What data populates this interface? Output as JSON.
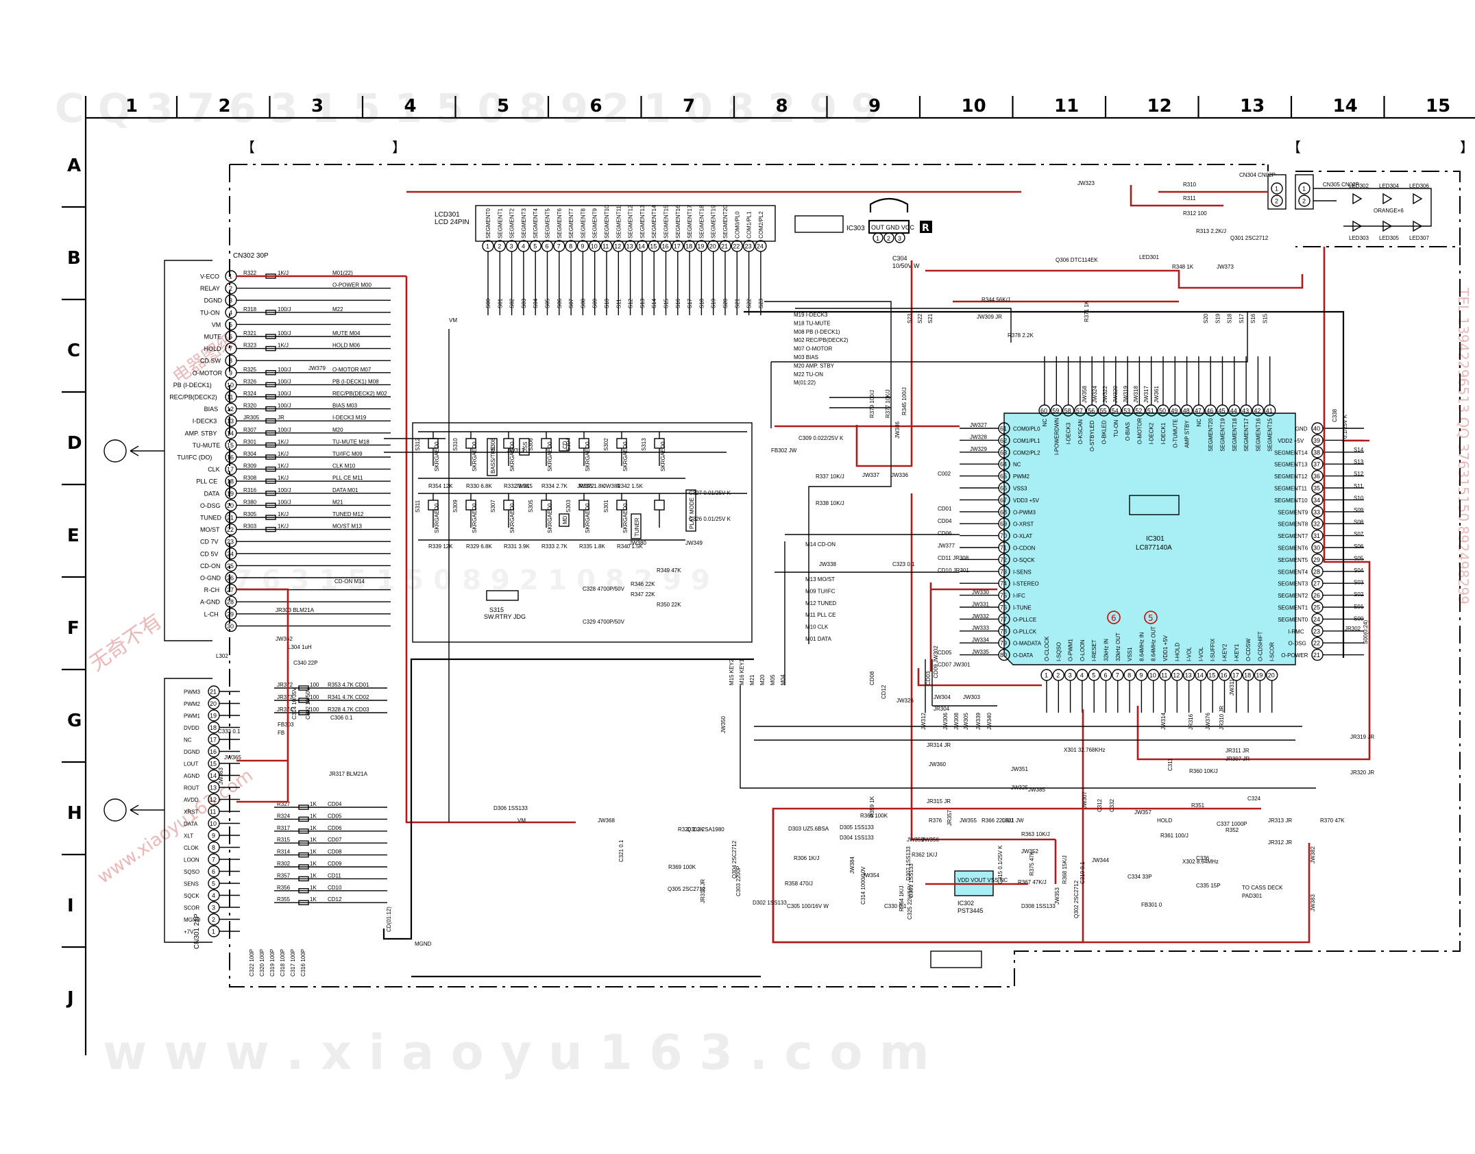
{
  "watermarks": {
    "top": "C Q 3 7 6 3 1 5 1 5 0 8 9 2 1 0 8 2 9 9",
    "mid": "7 6 3 1 5 1 5 0 8 9 2 1 0 8 2 9 9",
    "bottom": "w w w . x i a o y u 1 6 3 . c o m",
    "side_left": [
      "无奇不有",
      "www.xiaoyu163.com",
      "电器图纸"
    ],
    "side_right": "TEL 13942296513 QQ 376315150 892498299"
  },
  "grid": {
    "columns": [
      "1",
      "2",
      "3",
      "4",
      "5",
      "6",
      "7",
      "8",
      "9",
      "10",
      "11",
      "12",
      "13",
      "14",
      "15"
    ],
    "rows": [
      "A",
      "B",
      "C",
      "D",
      "E",
      "F",
      "G",
      "H",
      "I",
      "J"
    ]
  },
  "brackets": {
    "left_open": "【",
    "left_close": "】",
    "right_open": "【",
    "right_close": "】"
  },
  "cn302": {
    "title": "CN302 30P",
    "pins": [
      {
        "n": "1",
        "s": "V-ECO"
      },
      {
        "n": "2",
        "s": "RELAY"
      },
      {
        "n": "3",
        "s": "DGND"
      },
      {
        "n": "4",
        "s": "TU-ON"
      },
      {
        "n": "5",
        "s": "VM"
      },
      {
        "n": "6",
        "s": "MUTE"
      },
      {
        "n": "7",
        "s": "HOLD"
      },
      {
        "n": "8",
        "s": "CD SW"
      },
      {
        "n": "9",
        "s": "O-MOTOR"
      },
      {
        "n": "10",
        "s": "PB (I-DECK1)"
      },
      {
        "n": "11",
        "s": "REC/PB(DECK2)"
      },
      {
        "n": "12",
        "s": "BIAS"
      },
      {
        "n": "13",
        "s": "I-DECK3"
      },
      {
        "n": "14",
        "s": "AMP. STBY"
      },
      {
        "n": "15",
        "s": "TU-MUTE"
      },
      {
        "n": "16",
        "s": "TU/IFC (DO)"
      },
      {
        "n": "17",
        "s": "CLK"
      },
      {
        "n": "18",
        "s": "PLL CE"
      },
      {
        "n": "19",
        "s": "DATA"
      },
      {
        "n": "20",
        "s": "O-DSG"
      },
      {
        "n": "21",
        "s": "TUNED"
      },
      {
        "n": "22",
        "s": "MO/ST"
      },
      {
        "n": "23",
        "s": "CD 7V"
      },
      {
        "n": "24",
        "s": "CD 5V"
      },
      {
        "n": "25",
        "s": "CD-ON"
      },
      {
        "n": "26",
        "s": "O-GND"
      },
      {
        "n": "27",
        "s": "R-CH"
      },
      {
        "n": "28",
        "s": "A-GND"
      },
      {
        "n": "29",
        "s": "L-CH"
      },
      {
        "n": "30",
        "s": ""
      }
    ],
    "resistors": [
      {
        "r": "R322",
        "v": "1K/J",
        "sig": "M01(22)"
      },
      {
        "r": "",
        "v": "",
        "sig": "O-POWER M00"
      },
      {
        "r": "",
        "v": "",
        "sig": ""
      },
      {
        "r": "R318",
        "v": "100/J",
        "sig": "M22"
      },
      {
        "r": "",
        "v": "",
        "sig": ""
      },
      {
        "r": "R321",
        "v": "100/J",
        "sig": "MUTE M04"
      },
      {
        "r": "R323",
        "v": "1K/J",
        "sig": "HOLD M06"
      },
      {
        "r": "",
        "v": "",
        "sig": ""
      },
      {
        "r": "R325",
        "v": "100/J",
        "sig": "O-MOTOR M07"
      },
      {
        "r": "R326",
        "v": "100/J",
        "sig": "PB (I-DECK1) M08"
      },
      {
        "r": "R324",
        "v": "100/J",
        "sig": "REC/PB(DECK2) M02"
      },
      {
        "r": "R320",
        "v": "100/J",
        "sig": "BIAS M03"
      },
      {
        "r": "JR305",
        "v": "JR",
        "sig": "I-DECK3 M19"
      },
      {
        "r": "R307",
        "v": "100/J",
        "sig": "M20"
      },
      {
        "r": "R301",
        "v": "1K/J",
        "sig": "TU-MUTE M18"
      },
      {
        "r": "R304",
        "v": "1K/J",
        "sig": "TU/IFC M09"
      },
      {
        "r": "R309",
        "v": "1K/J",
        "sig": "CLK M10"
      },
      {
        "r": "R308",
        "v": "1K/J",
        "sig": "PLL CE M11"
      },
      {
        "r": "R316",
        "v": "100/J",
        "sig": "DATA M01"
      },
      {
        "r": "R380",
        "v": "100/J",
        "sig": "M21"
      },
      {
        "r": "R305",
        "v": "1K/J",
        "sig": "TUNED M12"
      },
      {
        "r": "R303",
        "v": "1K/J",
        "sig": "MO/ST M13"
      }
    ],
    "cd_on": "CD-ON M14",
    "parts": [
      "JW379",
      "JR303 BLM21A",
      "JW362",
      "L304 1uH",
      "C340 22P",
      "L302",
      "VM"
    ]
  },
  "cn301": {
    "title": "CN301 21P",
    "pins": [
      {
        "n": "21",
        "s": "PWM3"
      },
      {
        "n": "20",
        "s": "PWM2"
      },
      {
        "n": "19",
        "s": "PWM1"
      },
      {
        "n": "18",
        "s": "DVDD"
      },
      {
        "n": "17",
        "s": "NC"
      },
      {
        "n": "16",
        "s": "DGND"
      },
      {
        "n": "15",
        "s": "LOUT"
      },
      {
        "n": "14",
        "s": "AGND"
      },
      {
        "n": "13",
        "s": "ROUT"
      },
      {
        "n": "12",
        "s": "AVDD"
      },
      {
        "n": "11",
        "s": "XRST"
      },
      {
        "n": "10",
        "s": "DATA"
      },
      {
        "n": "9",
        "s": "XLT"
      },
      {
        "n": "8",
        "s": "CLOK"
      },
      {
        "n": "7",
        "s": "LOON"
      },
      {
        "n": "6",
        "s": "SQSO"
      },
      {
        "n": "5",
        "s": "SENS"
      },
      {
        "n": "4",
        "s": "SQCK"
      },
      {
        "n": "3",
        "s": "SCOR"
      },
      {
        "n": "2",
        "s": "MGND"
      },
      {
        "n": "1",
        "s": "+7V"
      }
    ],
    "resistors": [
      {
        "r": "JR372",
        "v": "100",
        "sig": "R353 4.7K CD01"
      },
      {
        "r": "JR373",
        "v": "100",
        "sig": "R341 4.7K CD02"
      },
      {
        "r": "JR374",
        "v": "100",
        "sig": "R328 4.7K CD03"
      },
      {
        "r": "R327",
        "v": "1K",
        "sig": "CD04"
      },
      {
        "r": "R324",
        "v": "1K",
        "sig": "CD05"
      },
      {
        "r": "R317",
        "v": "1K",
        "sig": "CD06"
      },
      {
        "r": "R315",
        "v": "1K",
        "sig": "CD07"
      },
      {
        "r": "R314",
        "v": "1K",
        "sig": "CD08"
      },
      {
        "r": "R302",
        "v": "1K",
        "sig": "CD09"
      },
      {
        "r": "R357",
        "v": "1K",
        "sig": "CD11"
      },
      {
        "r": "R356",
        "v": "1K",
        "sig": "CD10"
      },
      {
        "r": "R355",
        "v": "1K",
        "sig": "CD12"
      }
    ],
    "caps": [
      "C322 100P",
      "C320 100P",
      "C319 100P",
      "C318 100P",
      "C317 100P",
      "C316 100P"
    ],
    "parts": [
      "FB303",
      "FB",
      "C333 0.1",
      "JW365",
      "JW363",
      "C314 10/35V",
      "C302 10/50V",
      "C306 0.1",
      "JR317 BLM21A",
      "CD(01:12)",
      "MGND"
    ]
  },
  "lcd": {
    "title": "LCD301",
    "sub": "LCD 24PIN",
    "segments": [
      "SEGMENT0",
      "SEGMENT1",
      "SEGMENT2",
      "SEGMENT3",
      "SEGMENT4",
      "SEGMENT5",
      "SEGMENT6",
      "SEGMENT7",
      "SEGMENT8",
      "SEGMENT9",
      "SEGMENT10",
      "SEGMENT11",
      "SEGMENT12",
      "SEGMENT13",
      "SEGMENT14",
      "SEGMENT15",
      "SEGMENT16",
      "SEGMENT17",
      "SEGMENT18",
      "SEGMENT19",
      "SEGMENT20",
      "COM0/PL0",
      "COM1/PL1",
      "COM2/PL2"
    ],
    "pins": [
      "1",
      "2",
      "3",
      "4",
      "5",
      "6",
      "7",
      "8",
      "9",
      "10",
      "11",
      "12",
      "13",
      "14",
      "15",
      "16",
      "17",
      "18",
      "19",
      "20",
      "21",
      "22",
      "23",
      "24"
    ],
    "nets": [
      "S00",
      "S01",
      "S02",
      "S03",
      "S04",
      "S05",
      "S06",
      "S07",
      "S08",
      "S09",
      "S10",
      "S11",
      "S12",
      "S13",
      "S14",
      "S15",
      "S16",
      "S17",
      "S18",
      "S19",
      "S20",
      "S21",
      "S22",
      "S23"
    ]
  },
  "ic303": {
    "title": "IC303",
    "pins": "OUT GND VCC",
    "pin_nums": [
      "1",
      "2",
      "3"
    ],
    "c304": "C304",
    "c304_v": "10/50V W",
    "r_label": "R"
  },
  "ic301": {
    "title": "IC301",
    "part": "LC877140A",
    "left_pins": [
      {
        "n": "61",
        "s": "COM0/PL0"
      },
      {
        "n": "62",
        "s": "COM1/PL1"
      },
      {
        "n": "63",
        "s": "COM2/PL2"
      },
      {
        "n": "64",
        "s": "NC"
      },
      {
        "n": "65",
        "s": "PWM2"
      },
      {
        "n": "66",
        "s": "VSS3"
      },
      {
        "n": "67",
        "s": "VDD3 +5V"
      },
      {
        "n": "68",
        "s": "O-PWM3"
      },
      {
        "n": "69",
        "s": "O-XRST"
      },
      {
        "n": "70",
        "s": "O-XLAT"
      },
      {
        "n": "71",
        "s": "O-CDON"
      },
      {
        "n": "72",
        "s": "O-SQCK"
      },
      {
        "n": "73",
        "s": "I-SENS"
      },
      {
        "n": "74",
        "s": "I-STEREO"
      },
      {
        "n": "75",
        "s": "I-IFC"
      },
      {
        "n": "76",
        "s": "I-TUNE"
      },
      {
        "n": "77",
        "s": "O-PLLCE"
      },
      {
        "n": "78",
        "s": "O-PLLCK"
      },
      {
        "n": "79",
        "s": "O-MADATA"
      },
      {
        "n": "80",
        "s": "O-DATA"
      }
    ],
    "right_pins": [
      {
        "n": "40",
        "s": "GND"
      },
      {
        "n": "39",
        "s": "VDD2 +5V"
      },
      {
        "n": "38",
        "s": "SEGMENT14"
      },
      {
        "n": "37",
        "s": "SEGMENT13"
      },
      {
        "n": "36",
        "s": "SEGMENT12"
      },
      {
        "n": "35",
        "s": "SEGMENT11"
      },
      {
        "n": "34",
        "s": "SEGMENT10"
      },
      {
        "n": "33",
        "s": "SEGMENT9"
      },
      {
        "n": "32",
        "s": "SEGMENT8"
      },
      {
        "n": "31",
        "s": "SEGMENT7"
      },
      {
        "n": "30",
        "s": "SEGMENT6"
      },
      {
        "n": "29",
        "s": "SEGMENT5"
      },
      {
        "n": "28",
        "s": "SEGMENT4"
      },
      {
        "n": "27",
        "s": "SEGMENT3"
      },
      {
        "n": "26",
        "s": "SEGMENT2"
      },
      {
        "n": "25",
        "s": "SEGMENT1"
      },
      {
        "n": "24",
        "s": "SEGMENT0"
      },
      {
        "n": "23",
        "s": "I-RMC"
      },
      {
        "n": "22",
        "s": "O-DSG"
      },
      {
        "n": "21",
        "s": "O-POWER"
      }
    ],
    "top_pins": [
      {
        "n": "60",
        "s": "NC"
      },
      {
        "n": "59",
        "s": "I-POWERDWN"
      },
      {
        "n": "58",
        "s": "I-DECK3"
      },
      {
        "n": "57",
        "s": "O-KSCAN"
      },
      {
        "n": "56",
        "s": "O-STBYLED"
      },
      {
        "n": "55",
        "s": "O-BKLED"
      },
      {
        "n": "54",
        "s": "TU-ON"
      },
      {
        "n": "53",
        "s": "O-BIAS"
      },
      {
        "n": "52",
        "s": "O-MOTOR"
      },
      {
        "n": "51",
        "s": "I-DECK2"
      },
      {
        "n": "50",
        "s": "I-DECK1"
      },
      {
        "n": "49",
        "s": "O-TUMUTE"
      },
      {
        "n": "48",
        "s": "AMP STBY"
      },
      {
        "n": "47",
        "s": "NC"
      },
      {
        "n": "46",
        "s": "SEGMENT20"
      },
      {
        "n": "45",
        "s": "SEGMENT19"
      },
      {
        "n": "44",
        "s": "SEGMENT18"
      },
      {
        "n": "43",
        "s": "SEGMENT17"
      },
      {
        "n": "42",
        "s": "SEGMENT16"
      },
      {
        "n": "41",
        "s": "SEGMENT15"
      }
    ],
    "bottom_pins": [
      {
        "n": "1",
        "s": "O-CLOCK"
      },
      {
        "n": "2",
        "s": "I-SQSO"
      },
      {
        "n": "3",
        "s": "O-PWM1"
      },
      {
        "n": "4",
        "s": "O-LOON"
      },
      {
        "n": "5",
        "s": "I-RESET"
      },
      {
        "n": "6",
        "s": "32kHz IN"
      },
      {
        "n": "7",
        "s": "32kHz OUT"
      },
      {
        "n": "8",
        "s": "VSS1"
      },
      {
        "n": "9",
        "s": "8.64MHz IN"
      },
      {
        "n": "10",
        "s": "8.64MHz OUT"
      },
      {
        "n": "11",
        "s": "VDD1 +5V"
      },
      {
        "n": "12",
        "s": "I-HOLD"
      },
      {
        "n": "13",
        "s": "I-VOL"
      },
      {
        "n": "14",
        "s": "I-VOL"
      },
      {
        "n": "15",
        "s": "I-SUFFIX"
      },
      {
        "n": "16",
        "s": "I-KEY2"
      },
      {
        "n": "17",
        "s": "I-KEY1"
      },
      {
        "n": "18",
        "s": "O-CDSW"
      },
      {
        "n": "19",
        "s": "O-CDSHIFT"
      },
      {
        "n": "20",
        "s": "I-SCOR"
      }
    ],
    "marks": [
      "6",
      "5"
    ]
  },
  "ic302": {
    "title": "IC302",
    "part": "PST3445",
    "pins": "VDD VOUT VSS NC"
  },
  "keys": {
    "switches": [
      "S312",
      "S310",
      "S308",
      "S306",
      "S304",
      "S302",
      "S313",
      "S311",
      "S309",
      "S307",
      "S305",
      "S303",
      "S301"
    ],
    "switch_type": "SKRGAED0",
    "keys": [
      "BASS/TRE",
      "DSS",
      "CD",
      "TUNER",
      "MD",
      "PLAY MODE"
    ],
    "resistors": [
      "R354 12K",
      "R330 6.8K",
      "R332 3.9K",
      "R334 2.7K",
      "R336 1.8K",
      "R342 1.5K",
      "R339 12K",
      "R329 6.8K",
      "R331 3.9K",
      "R333 2.7K",
      "R335 1.8K",
      "R340 1.5K",
      "R346 22K",
      "R347 22K",
      "R349 47K",
      "R350 22K"
    ],
    "jumpers": [
      "JW315",
      "JW372",
      "JW381",
      "JW313",
      "JW380",
      "JW349"
    ],
    "caps": [
      "C327 0.01/25V K",
      "C326 0.01/25V K",
      "C328 4700P/50V",
      "C329 4700P/50V"
    ],
    "encoder": "S315",
    "encoder_sub": "SW.RTRY JDG",
    "key_nets": [
      "M15 KEY2",
      "M16 KEY1",
      "M21",
      "M20",
      "M05",
      "M04"
    ]
  },
  "bus_signals": [
    "M19 I-DECK3",
    "M18 TU-MUTE",
    "M08 PB (I-DECK1)",
    "M02 REC/PB(DECK2)",
    "M07 O-MOTOR",
    "M03 BIAS",
    "M20 AMP. STBY",
    "M22 TU-ON",
    "M(01:22)"
  ],
  "bus_signals_2": [
    "M14 CD-ON",
    "M13 MO/ST",
    "M09 TU/IFC",
    "M12 TUNED",
    "M11 PLL CE",
    "M10 CLK",
    "M01 DATA"
  ],
  "power_parts": [
    "C309 0.022/25V K",
    "FB302 JW",
    "R337 10K/J",
    "R338 10K/J",
    "JW337",
    "JW336",
    "JW386",
    "R379 100/J",
    "R377 10K/J",
    "R345 100/J",
    "JW338",
    "C323 0.1",
    "JW350",
    "C002"
  ],
  "top_right": {
    "parts": [
      "JW323",
      "R310",
      "R311",
      "R312 100",
      "R313 2.2K/J",
      "Q301 2SC2712",
      "CN304 CN02P",
      "CN305 CN02P",
      "LED301",
      "R348 1K",
      "JW373",
      "Q306 DTC114EK",
      "R344 56K/J",
      "JW309 JR",
      "R378 2.2K",
      "R371 1K"
    ],
    "leds": [
      "LED302",
      "LED304",
      "LED306",
      "LED303",
      "LED305",
      "LED307"
    ],
    "led_note": "ORANGE×6",
    "bus_nets": [
      "S23",
      "S22",
      "S21",
      "S20",
      "S19",
      "S18",
      "S17",
      "S16",
      "S15"
    ],
    "top_jw": [
      "JW358",
      "JW324",
      "JW322",
      "JW320",
      "JW319",
      "JW318",
      "JW317",
      "JW361"
    ]
  },
  "ic301_side": {
    "left": [
      "JW327",
      "JW328",
      "JW329",
      "CD01",
      "CD04",
      "CD06",
      "JW377",
      "CD11 JR308",
      "CD10 JR301",
      "JW330",
      "JW331",
      "JW332",
      "JW333",
      "JW334",
      "JW335",
      "CD05",
      "CD07 JW301",
      "CD09 JW302",
      "CD03",
      "CD08",
      "CD12",
      "JW326",
      "JW304",
      "JW303",
      "JR304"
    ],
    "right": [
      "S14",
      "S13",
      "S12",
      "S11",
      "S10",
      "S09",
      "S08",
      "S07",
      "S06",
      "S05",
      "S04",
      "S03",
      "S02",
      "S01",
      "S00",
      "C338",
      "0.1/25V K",
      "S00(0:24)",
      "JR302"
    ]
  },
  "lower": {
    "parts": [
      "JR314 JR",
      "JW360",
      "JR315 JR",
      "JW351",
      "JW325",
      "JW385",
      "X301 32.768KHz",
      "C311",
      "C312",
      "C332",
      "JW307",
      "JW357",
      "R360 10K/J",
      "JR311 JR",
      "JR307 JR",
      "JR319 JR",
      "JR320 JR",
      "C324",
      "R351",
      "HOLD",
      "R361 100/J",
      "R352",
      "C337 1000P",
      "X302 8.64MHz",
      "C336",
      "C335 15P",
      "C334 33P",
      "FB301 0",
      "JR313 JR",
      "JR312 JR",
      "R370 47K",
      "JW382",
      "JW383",
      "TO CASS DECK",
      "PAD301"
    ],
    "supply": [
      "D306 1SS133",
      "VM",
      "JW368",
      "C321 0.1",
      "R369 100K",
      "R320 2.2K",
      "Q303 2SA1980",
      "Q305 2SC2712",
      "JR318 JR",
      "C303 2200P",
      "Q304 2SC2712",
      "D302 1SS133",
      "D303 UZ5.6BSA",
      "R306 1K/J",
      "R358 470/J",
      "C305 100/16V W",
      "D305 1SS133",
      "D304 1SS133",
      "R365 100K",
      "R359 1K",
      "JW384",
      "C314 1000/10V",
      "C330 0.1",
      "R362 1K/J",
      "D307 1SS133",
      "D301 1SS133",
      "R364 1K/J",
      "C325 22U/16V",
      "JW354",
      "R376",
      "JR357",
      "JW359",
      "JW356",
      "JW355",
      "R366 220K/J",
      "L301 JW",
      "R363 10K/J",
      "JW352",
      "C315 0.1/25V K",
      "R367 47K/J",
      "R375 47K",
      "D308 1SS133",
      "R368 15K/J",
      "JW353",
      "C310 0.1",
      "Q302 2SC2712",
      "JW344",
      "JW314",
      "JR316",
      "JW376",
      "JR310 JR",
      "JW311",
      "JW312",
      "JW306",
      "JW308",
      "JW305",
      "JW339",
      "JW340"
    ]
  }
}
